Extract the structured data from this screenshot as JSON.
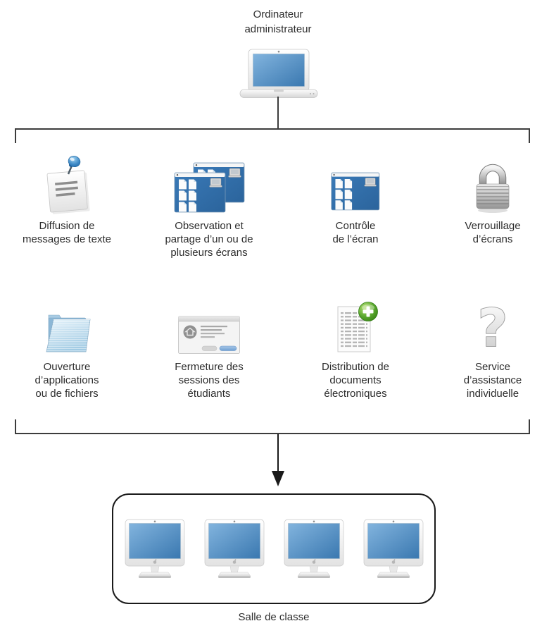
{
  "diagram": {
    "root": {
      "label": "Ordinateur administrateur",
      "icon": "laptop-icon"
    },
    "features": [
      {
        "id": "text-messages",
        "icon": "pinned-note-icon",
        "label": "Diffusion de messages de texte"
      },
      {
        "id": "observe-share",
        "icon": "dual-screens-icon",
        "label": "Observation et partage d’un ou de plusieurs écrans"
      },
      {
        "id": "control-screen",
        "icon": "screen-icon",
        "label": "Contrôle de l’écran"
      },
      {
        "id": "lock-screens",
        "icon": "padlock-icon",
        "label": "Verrouillage d’écrans"
      },
      {
        "id": "open-items",
        "icon": "folder-icon",
        "label": "Ouverture d’applications ou de fichiers"
      },
      {
        "id": "logout-students",
        "icon": "logout-dialog-icon",
        "label": "Fermeture des sessions des étudiants"
      },
      {
        "id": "distribute-docs",
        "icon": "document-plus-icon",
        "label": "Distribution de documents électroniques"
      },
      {
        "id": "help-service",
        "icon": "question-mark-icon",
        "label": "Service d’assistance individuelle"
      }
    ],
    "classroom": {
      "label": "Salle de classe",
      "computer_count": 4,
      "computer_icon": "imac-icon"
    }
  },
  "colors": {
    "screen_blue": "#2e6fad",
    "line_gray": "#3c3c3c",
    "arrow_black": "#1a1a1a",
    "plus_green": "#4f9f26",
    "button_blue": "#7ba6d4"
  }
}
